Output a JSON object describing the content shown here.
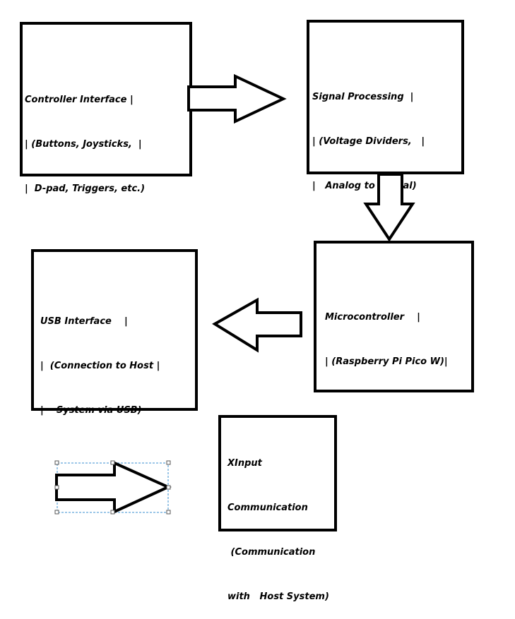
{
  "blocks": {
    "controller": {
      "lines": [
        "Controller Interface |",
        "| (Buttons, Joysticks,  |",
        "|  D-pad, Triggers, etc.)"
      ]
    },
    "signal": {
      "lines": [
        "Signal Processing  |",
        "| (Voltage Dividers,   |",
        "|   Analog to Digital)"
      ]
    },
    "micro": {
      "lines": [
        "Microcontroller    |",
        "| (Raspberry Pi Pico W)|"
      ]
    },
    "usb": {
      "lines": [
        "USB Interface    |",
        "|  (Connection to Host |",
        "|    System via USB)"
      ]
    },
    "xinput": {
      "lines": [
        "XInput",
        "Communication",
        " (Communication",
        "with   Host System)"
      ]
    }
  },
  "colors": {
    "stroke": "#000000",
    "background": "#ffffff",
    "selection": "#3a8fd0"
  }
}
